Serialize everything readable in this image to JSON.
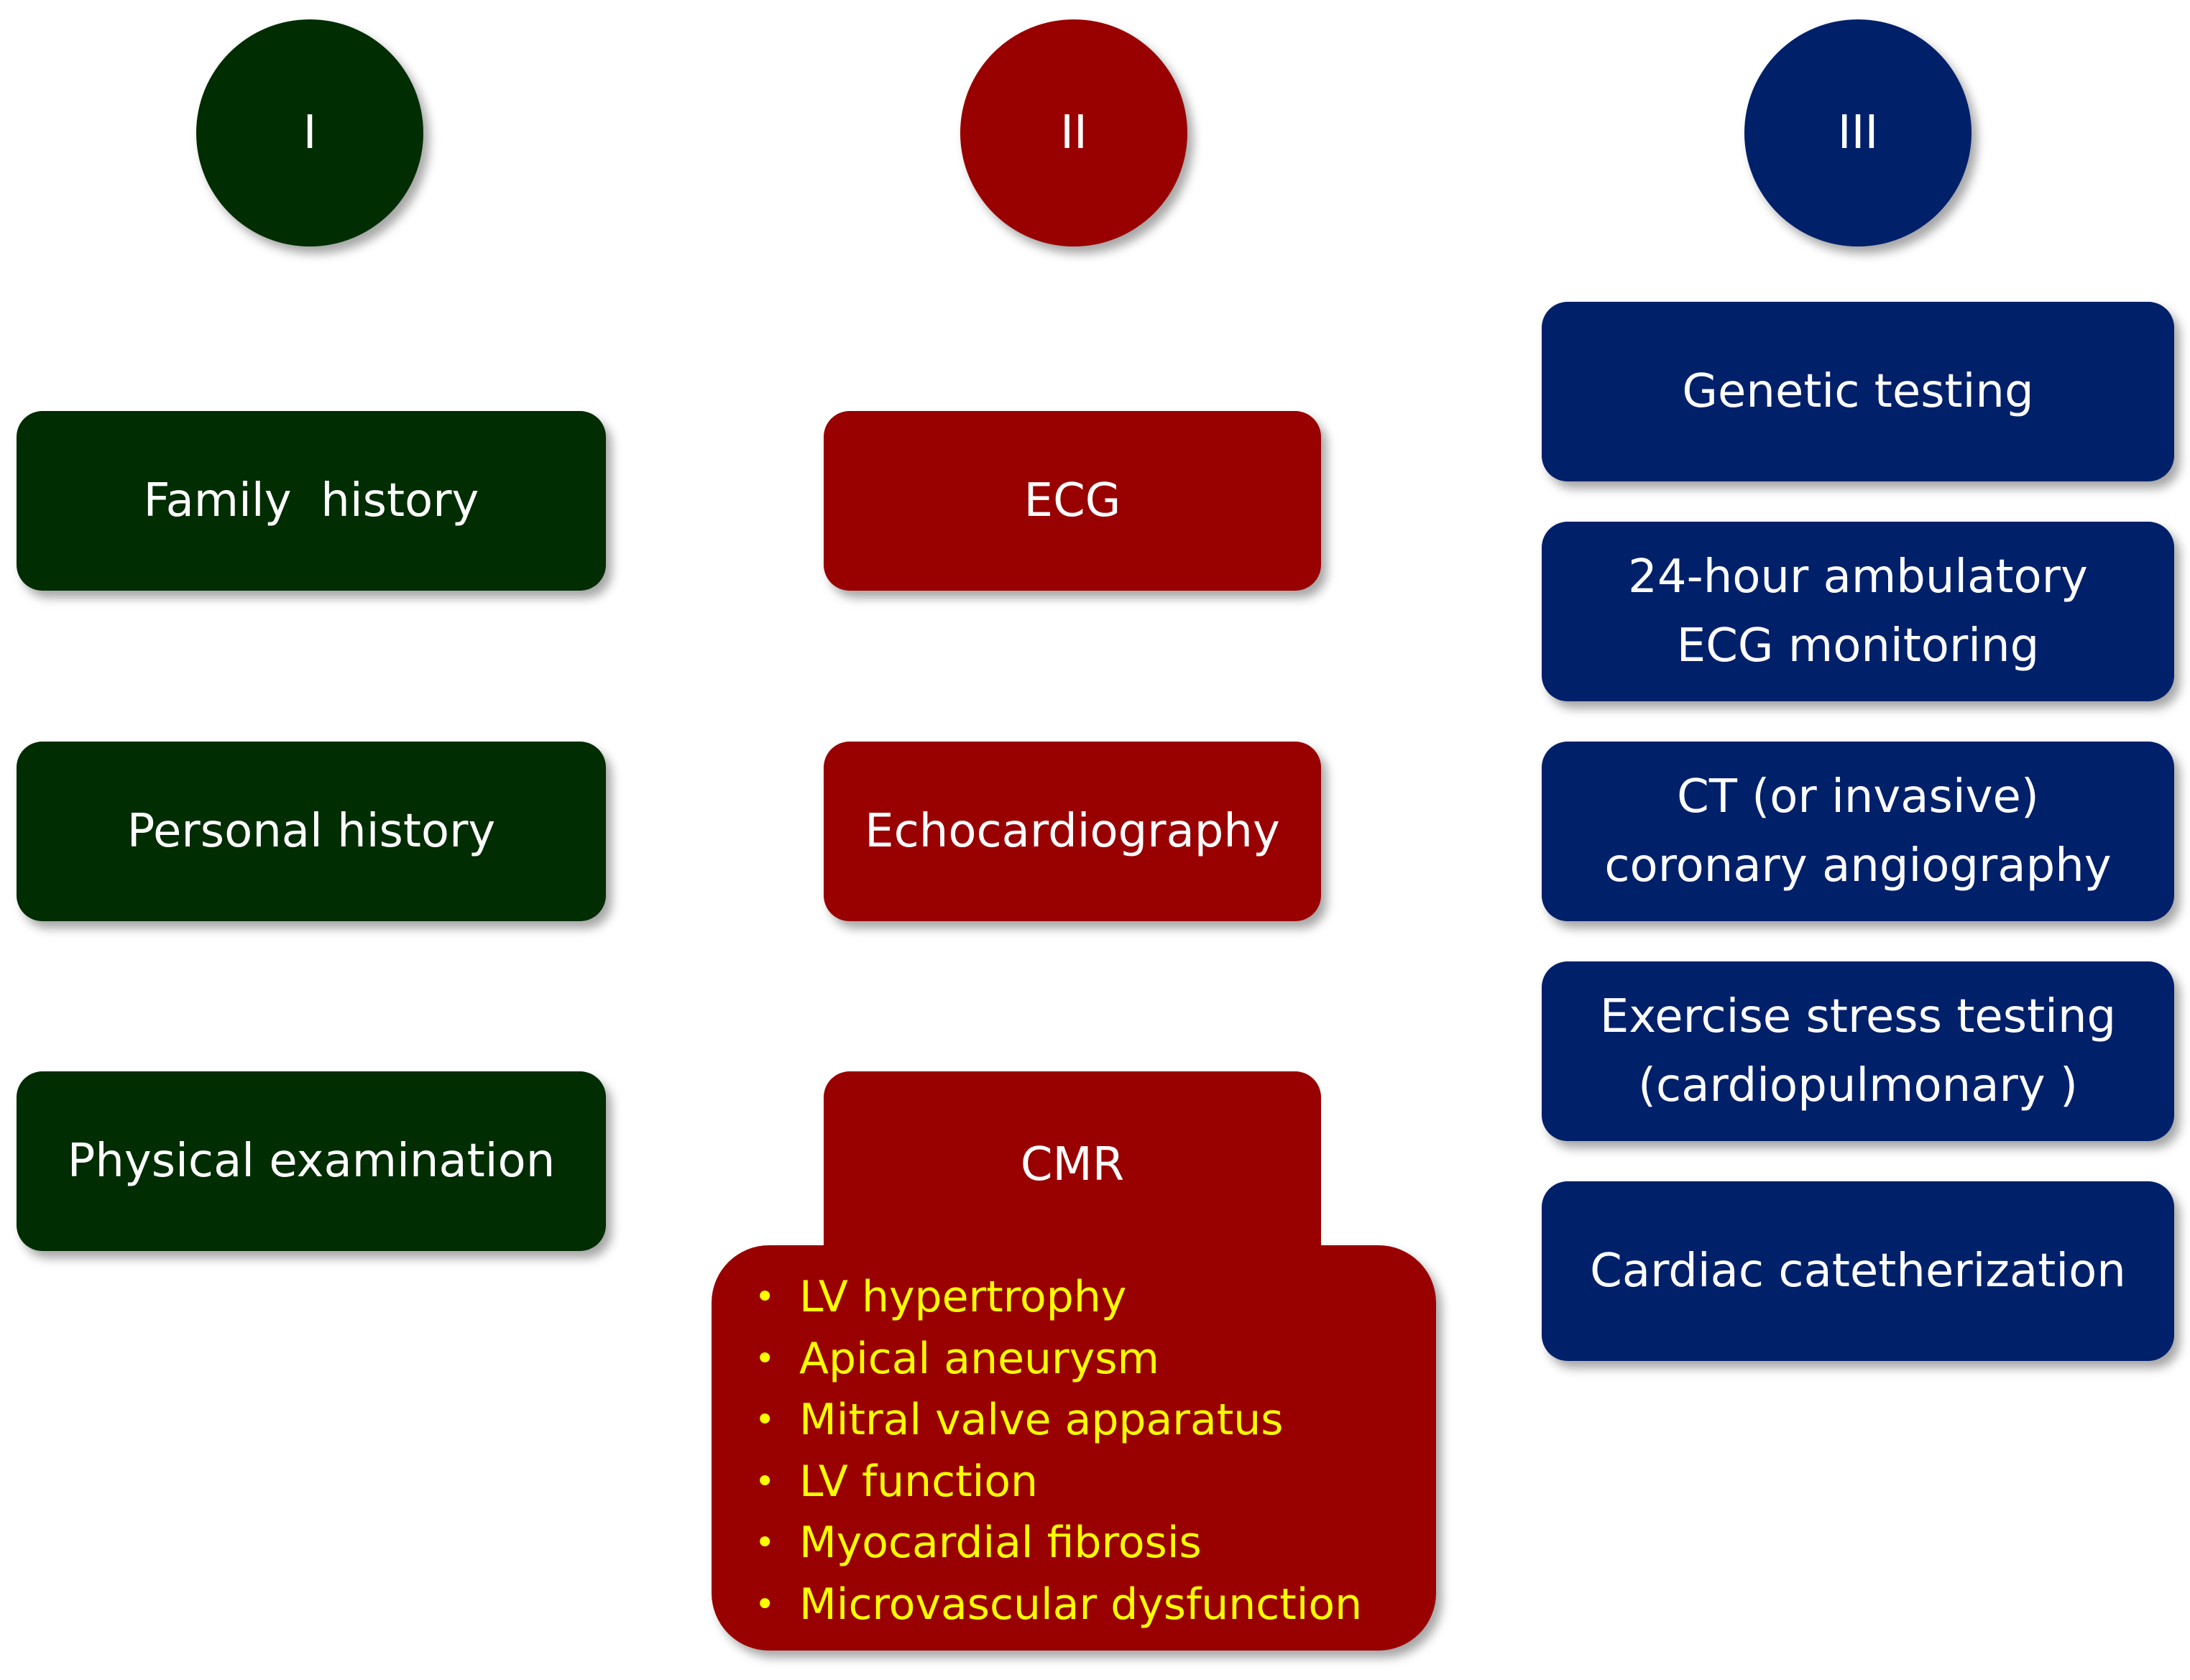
{
  "colors": {
    "green": "#002d02",
    "red": "#990000",
    "blue": "#00206a",
    "highlight_text": "#ffff00"
  },
  "columns": [
    {
      "numeral": "I",
      "items": [
        "Family  history",
        "Personal history",
        "Physical examination"
      ]
    },
    {
      "numeral": "II",
      "items": [
        "ECG",
        "Echocardiography",
        "CMR"
      ],
      "cmr_findings": [
        "LV hypertrophy",
        "Apical aneurysm",
        "Mitral valve apparatus",
        "LV function",
        "Myocardial fibrosis",
        "Microvascular dysfunction"
      ]
    },
    {
      "numeral": "III",
      "items": [
        [
          "Genetic testing"
        ],
        [
          "24-hour ambulatory",
          "ECG monitoring"
        ],
        [
          "CT (or invasive)",
          "coronary angiography"
        ],
        [
          "Exercise stress testing",
          "(cardiopulmonary )"
        ],
        [
          "Cardiac catetherization"
        ]
      ]
    }
  ]
}
